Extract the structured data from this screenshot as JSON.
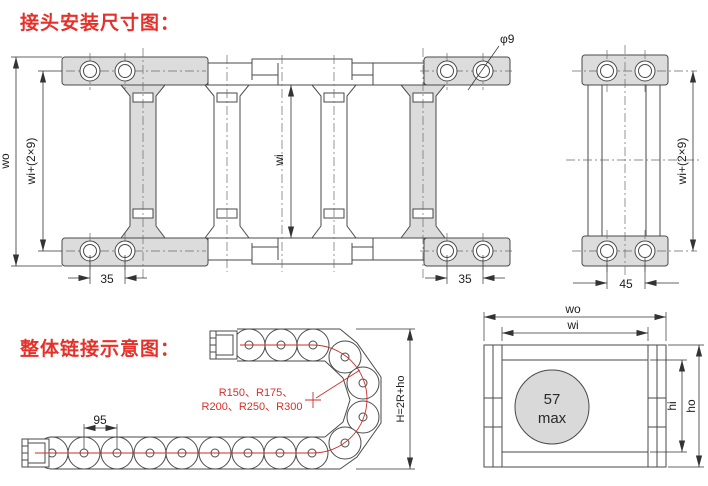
{
  "titles": {
    "installation": "接头安装尺寸图：",
    "linkage": "整体链接示意图："
  },
  "colors": {
    "accent_red": "#e5312a",
    "line": "#4a4a4a",
    "gray_fill": "#dcdcdc"
  },
  "plan_view": {
    "outer_width": "wo",
    "mount_span": "wi+(2×9)",
    "inner_width": "wi",
    "hole_pitch_left": "35",
    "hole_pitch_right": "35",
    "hole_diameter": "φ9"
  },
  "end_view": {
    "mount_span": "wi+(2×9)",
    "hole_pitch": "45"
  },
  "chain_view": {
    "link_pitch": "95",
    "bend_radii_line1": "R150、R175、",
    "bend_radii_line2": "R200、R250、R300",
    "bend_height_formula": "H=2R+ho"
  },
  "section_view": {
    "outer_width": "wo",
    "inner_width": "wi",
    "inner_height": "hi",
    "outer_height": "ho",
    "cable_value": "57",
    "cable_max": "max"
  }
}
